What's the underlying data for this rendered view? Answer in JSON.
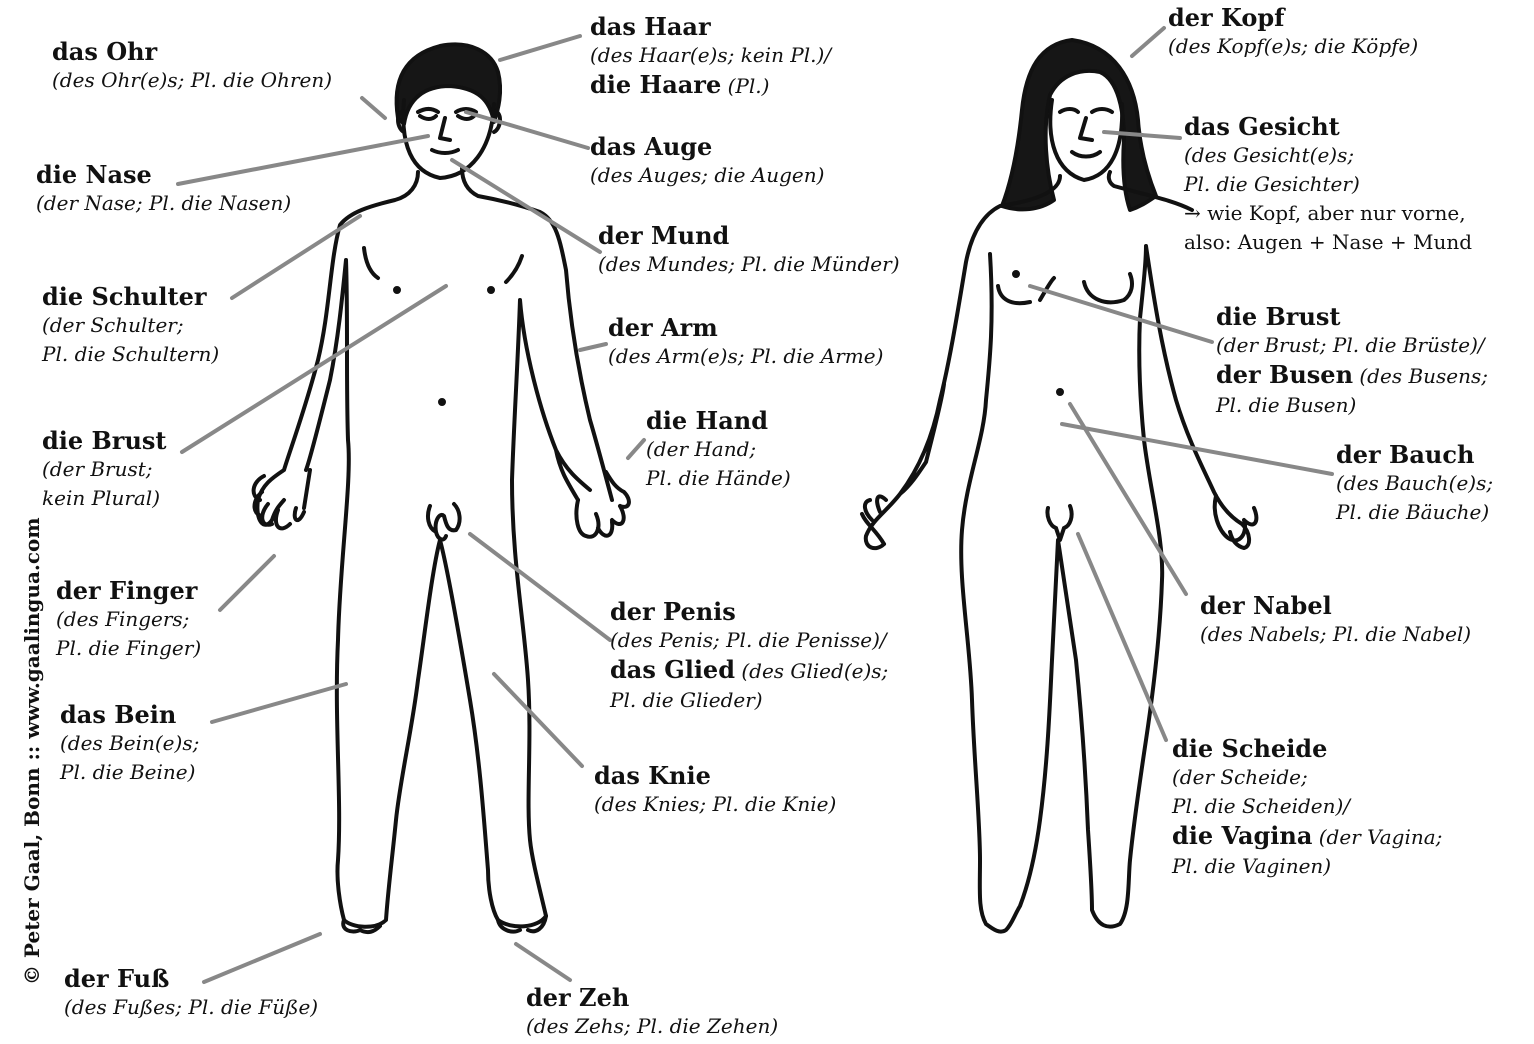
{
  "copyright": "© Peter Gaal, Bonn :: www.gaalingua.com",
  "colors": {
    "ink": "#111111",
    "leader": "#888888",
    "hair": "#161616"
  },
  "labels": {
    "ohr": {
      "title": "das Ohr",
      "sub": "(des Ohr(e)s; Pl. die Ohren)"
    },
    "nase": {
      "title": "die Nase",
      "sub": "(der Nase; Pl. die Nasen)"
    },
    "schulter": {
      "title": "die Schulter",
      "sub1": "(der Schulter;",
      "sub2": "Pl. die Schultern)"
    },
    "brust_m": {
      "title": "die Brust",
      "sub1": "(der Brust;",
      "sub2": "kein Plural)"
    },
    "finger": {
      "title": "der Finger",
      "sub1": "(des Fingers;",
      "sub2": "Pl. die Finger)"
    },
    "bein": {
      "title": "das Bein",
      "sub1": "(des Bein(e)s;",
      "sub2": "Pl. die Beine)"
    },
    "fuss": {
      "title": "der Fuß",
      "sub": "(des Fußes; Pl. die Füße)"
    },
    "haar": {
      "title": "das Haar",
      "sub": "(des Haar(e)s; kein Pl.)/",
      "title2": "die Haare",
      "sub2": "(Pl.)"
    },
    "auge": {
      "title": "das Auge",
      "sub": "(des Auges; die Augen)"
    },
    "mund": {
      "title": "der Mund",
      "sub": "(des Mundes; Pl. die Münder)"
    },
    "arm": {
      "title": "der Arm",
      "sub": "(des Arm(e)s; Pl. die Arme)"
    },
    "hand": {
      "title": "die Hand",
      "sub1": "(der Hand;",
      "sub2": "Pl. die Hände)"
    },
    "penis": {
      "title": "der Penis",
      "sub": "(des Penis; Pl. die Penisse)/",
      "title2": "das Glied",
      "sub2": "(des Glied(e)s;",
      "sub3": "Pl. die Glieder)"
    },
    "knie": {
      "title": "das Knie",
      "sub": "(des Knies; Pl. die Knie)"
    },
    "zeh": {
      "title": "der Zeh",
      "sub": "(des Zehs; Pl. die Zehen)"
    },
    "kopf": {
      "title": "der Kopf",
      "sub": "(des Kopf(e)s; die Köpfe)"
    },
    "gesicht": {
      "title": "das Gesicht",
      "sub1": "(des Gesicht(e)s;",
      "sub2": "Pl. die Gesichter)",
      "note1": "→ wie Kopf, aber nur vorne,",
      "note2": "also: Augen + Nase + Mund"
    },
    "brust_f": {
      "title": "die Brust",
      "sub": "(der Brust; Pl. die Brüste)/",
      "title2": "der Busen",
      "sub2": "(des Busens;",
      "sub3": "Pl. die Busen)"
    },
    "bauch": {
      "title": "der Bauch",
      "sub1": "(des Bauch(e)s;",
      "sub2": "Pl. die Bäuche)"
    },
    "nabel": {
      "title": "der Nabel",
      "sub": "(des Nabels; Pl. die Nabel)"
    },
    "scheide": {
      "title": "die Scheide",
      "sub1": "(der Scheide;",
      "sub2": "Pl. die Scheiden)/",
      "title2": "die Vagina",
      "sub3": "(der Vagina;",
      "sub4": "Pl. die Vaginen)"
    }
  }
}
